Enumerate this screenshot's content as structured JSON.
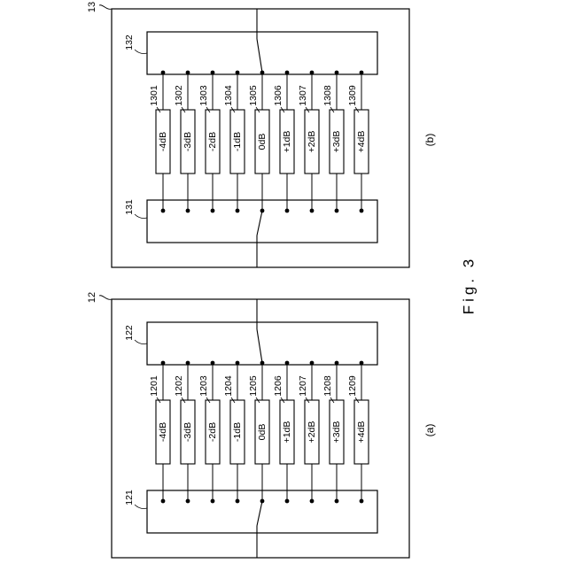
{
  "figure_label": "Fig. 3",
  "panels": [
    {
      "id": "a",
      "caption": "(a)",
      "frame_label": "12",
      "switch_left_label": "121",
      "switch_right_label": "122",
      "attenuators": [
        {
          "ref": "1201",
          "value": "-4dB"
        },
        {
          "ref": "1202",
          "value": "-3dB"
        },
        {
          "ref": "1203",
          "value": "-2dB"
        },
        {
          "ref": "1204",
          "value": "-1dB"
        },
        {
          "ref": "1205",
          "value": "0dB"
        },
        {
          "ref": "1206",
          "value": "+1dB"
        },
        {
          "ref": "1207",
          "value": "+2dB"
        },
        {
          "ref": "1208",
          "value": "+3dB"
        },
        {
          "ref": "1209",
          "value": "+4dB"
        }
      ]
    },
    {
      "id": "b",
      "caption": "(b)",
      "frame_label": "13",
      "switch_left_label": "131",
      "switch_right_label": "132",
      "attenuators": [
        {
          "ref": "1301",
          "value": "-4dB"
        },
        {
          "ref": "1302",
          "value": "-3dB"
        },
        {
          "ref": "1303",
          "value": "-2dB"
        },
        {
          "ref": "1304",
          "value": "-1dB"
        },
        {
          "ref": "1305",
          "value": "0dB"
        },
        {
          "ref": "1306",
          "value": "+1dB"
        },
        {
          "ref": "1307",
          "value": "+2dB"
        },
        {
          "ref": "1308",
          "value": "+3dB"
        },
        {
          "ref": "1309",
          "value": "+4dB"
        }
      ]
    }
  ]
}
